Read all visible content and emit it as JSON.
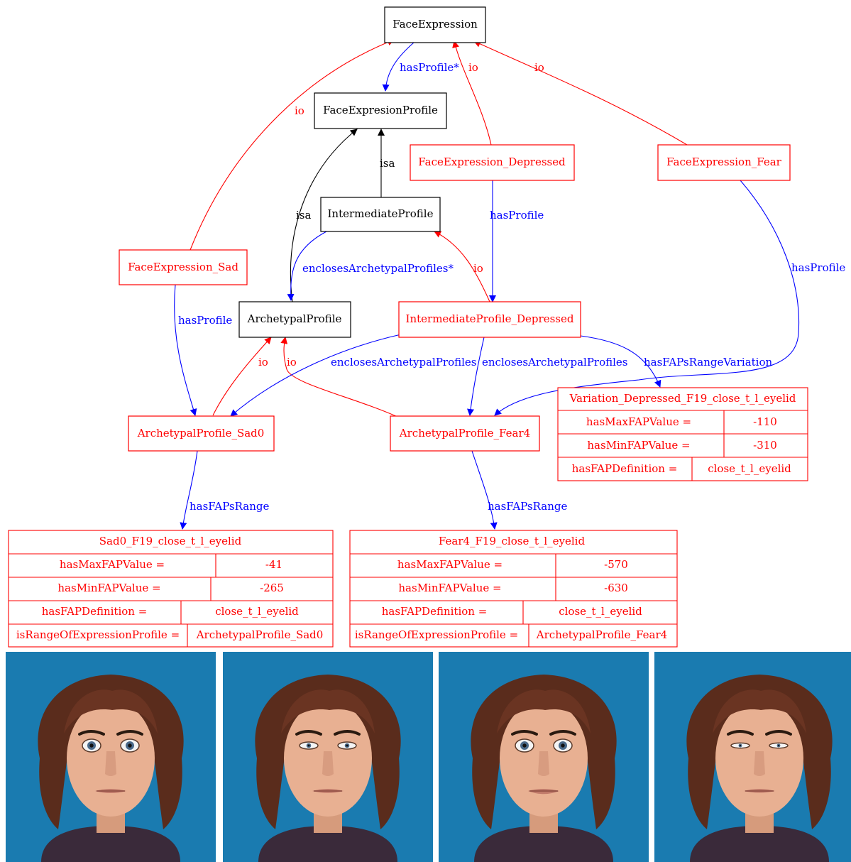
{
  "colors": {
    "class": "#000000",
    "instance": "#ff0000",
    "io_edge": "#ff0000",
    "profile_edge": "#0000ff",
    "isa_edge": "#000000",
    "panel_bg": "#1a7bb0"
  },
  "nodes": {
    "face_expression": "FaceExpression",
    "face_expression_profile": "FaceExpresionProfile",
    "intermediate_profile": "IntermediateProfile",
    "archetypal_profile": "ArchetypalProfile",
    "fe_depressed": "FaceExpression_Depressed",
    "fe_fear": "FaceExpression_Fear",
    "fe_sad": "FaceExpression_Sad",
    "ip_depressed": "IntermediateProfile_Depressed",
    "ap_sad0": "ArchetypalProfile_Sad0",
    "ap_fear4": "ArchetypalProfile_Fear4"
  },
  "edge_labels": {
    "has_profile_star": "hasProfile*",
    "io": "io",
    "isa": "isa",
    "has_profile": "hasProfile",
    "encloses_star": "enclosesArchetypalProfiles*",
    "encloses": "enclosesArchetypalProfiles",
    "has_range_variation": "hasFAPsRangeVariation",
    "has_faps_range": "hasFAPsRange"
  },
  "tables": {
    "variation": {
      "title": "Variation_Depressed_F19_close_t_l_eyelid",
      "rows": [
        [
          "hasMaxFAPValue =",
          "-110"
        ],
        [
          "hasMinFAPValue =",
          "-310"
        ],
        [
          "hasFAPDefinition =",
          "close_t_l_eyelid"
        ]
      ]
    },
    "sad0": {
      "title": "Sad0_F19_close_t_l_eyelid",
      "rows": [
        [
          "hasMaxFAPValue =",
          "-41"
        ],
        [
          "hasMinFAPValue =",
          "-265"
        ],
        [
          "hasFAPDefinition =",
          "close_t_l_eyelid"
        ],
        [
          "isRangeOfExpressionProfile =",
          "ArchetypalProfile_Sad0"
        ]
      ]
    },
    "fear4": {
      "title": "Fear4_F19_close_t_l_eyelid",
      "rows": [
        [
          "hasMaxFAPValue =",
          "-570"
        ],
        [
          "hasMinFAPValue =",
          "-630"
        ],
        [
          "hasFAPDefinition =",
          "close_t_l_eyelid"
        ],
        [
          "isRangeOfExpressionProfile =",
          "ArchetypalProfile_Fear4"
        ]
      ]
    }
  },
  "faces": [
    {
      "name": "face-wide-eyes",
      "eye_open": 1.0,
      "mouth_open": 0.2
    },
    {
      "name": "face-narrow-eyes",
      "eye_open": 0.55,
      "mouth_open": 0.15
    },
    {
      "name": "face-wide-eyes-open-mouth",
      "eye_open": 1.0,
      "mouth_open": 0.45
    },
    {
      "name": "face-half-closed-eyes",
      "eye_open": 0.4,
      "mouth_open": 0.1
    }
  ]
}
